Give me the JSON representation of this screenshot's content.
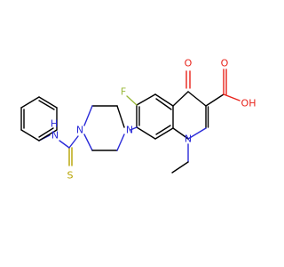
{
  "colors": {
    "background": "#ffffff",
    "bond": "#000000",
    "oxygen": "#e8221a",
    "nitrogen": "#2a2ad8",
    "fluorine": "#9ab83a",
    "sulfur": "#b7a300",
    "hydrogen": "#000000"
  },
  "atoms": {
    "fluorine": "F",
    "oxygen_ketone": "O",
    "oxygen_acid_carbonyl": "O",
    "oxygen_acid_hydroxyl": "OH",
    "nitrogen_ring": "N",
    "nitrogen_piperazine_top": "N",
    "nitrogen_piperazine_bottom": "N",
    "nitrogen_amide": "N",
    "hydrogen_amide": "H",
    "sulfur": "S"
  }
}
